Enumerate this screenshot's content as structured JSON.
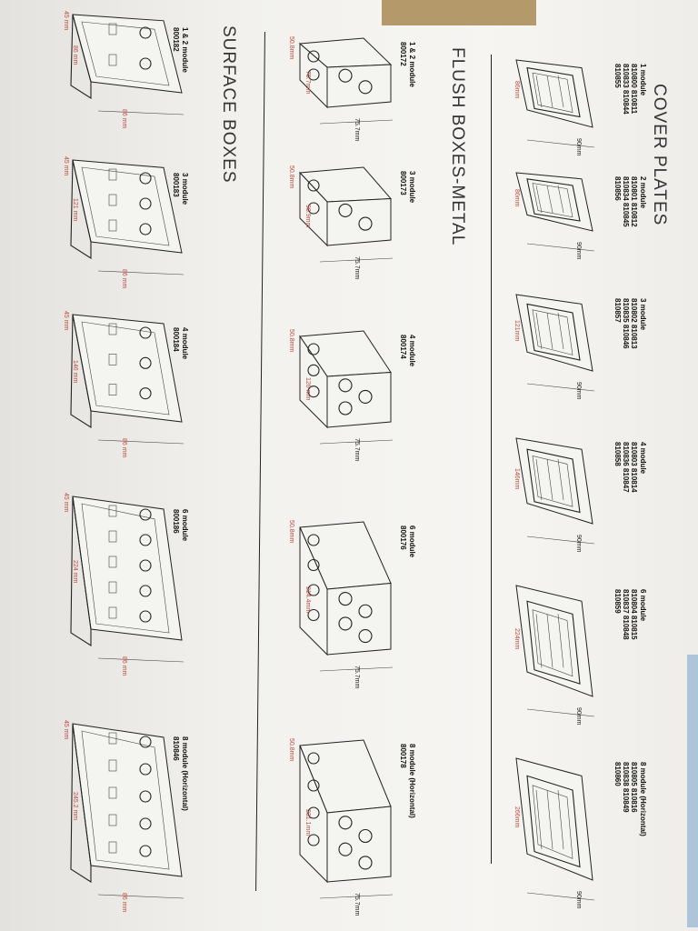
{
  "sections": {
    "cover_plates": {
      "title": "COVER PLATES",
      "items": [
        {
          "module": "1 module",
          "codes": [
            "810800  810811",
            "810833  810844",
            "810855"
          ],
          "width": "90mm",
          "height": "86mm"
        },
        {
          "module": "2 module",
          "codes": [
            "810801  810812",
            "810834  810845",
            "810856"
          ],
          "width": "90mm",
          "height": "86mm"
        },
        {
          "module": "3 module",
          "codes": [
            "810802  810813",
            "810835  810846",
            "810857"
          ],
          "width": "90mm",
          "height": "121mm"
        },
        {
          "module": "4 module",
          "codes": [
            "810803  810814",
            "810836  810847",
            "810858"
          ],
          "width": "90mm",
          "height": "146mm"
        },
        {
          "module": "6 module",
          "codes": [
            "810804  810815",
            "810837  810848",
            "810859"
          ],
          "width": "90mm",
          "height": "224mm"
        },
        {
          "module": "8 module (Horizontal)",
          "codes": [
            "810805  810816",
            "810838  810849",
            "810860"
          ],
          "width": "90mm",
          "height": "266mm"
        }
      ]
    },
    "flush_boxes": {
      "title": "FLUSH BOXES-METAL",
      "items": [
        {
          "module": "1 & 2 module",
          "code": "800172",
          "depth": "50.8mm",
          "length": "75.7mm",
          "width": "75.7mm"
        },
        {
          "module": "3 module",
          "code": "800173",
          "depth": "50.8mm",
          "length": "98.9mm",
          "width": "75.7mm"
        },
        {
          "module": "4 module",
          "code": "800174",
          "depth": "50.8mm",
          "length": "126 mm",
          "width": "75.7mm"
        },
        {
          "module": "6 module",
          "code": "800176",
          "depth": "50.8mm",
          "length": "214.4mm",
          "width": "75.7mm"
        },
        {
          "module": "8 module (Horizontal)",
          "code": "800178",
          "depth": "50.8mm",
          "length": "231.1mm",
          "width": "75.7mm"
        }
      ]
    },
    "surface_boxes": {
      "title": "SURFACE BOXES",
      "items": [
        {
          "module": "1 & 2 module",
          "code": "800182",
          "depth": "45 mm",
          "length": "86 mm",
          "width": "86 mm"
        },
        {
          "module": "3 module",
          "code": "800183",
          "depth": "45 mm",
          "length": "121 mm",
          "width": "86 mm"
        },
        {
          "module": "4 module",
          "code": "800184",
          "depth": "45 mm",
          "length": "146 mm",
          "width": "86 mm"
        },
        {
          "module": "6 module",
          "code": "800186",
          "depth": "45 mm",
          "length": "224 mm",
          "width": "86 mm"
        },
        {
          "module": "8 module (Horizontal)",
          "code": "810846",
          "depth": "45 mm",
          "length": "245.2 mm",
          "width": "86 mm"
        }
      ]
    }
  }
}
